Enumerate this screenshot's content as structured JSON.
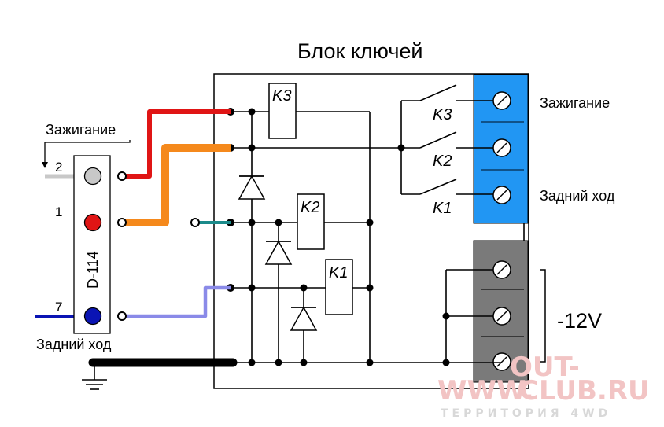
{
  "title": "Блок ключей",
  "left": {
    "ignition_label": "Зажигание",
    "reverse_label": "Задний ход",
    "module_label": "D-114",
    "pins": [
      "2",
      "1",
      "7"
    ]
  },
  "relays": [
    "K3",
    "K2",
    "K1"
  ],
  "terminals": {
    "ignition_label": "Зажигание",
    "reverse_label": "Задний ход",
    "voltage_label": "-12V"
  },
  "watermark": {
    "line1": "OUT-",
    "line2": "WWW.",
    "line3": "CLUB.RU",
    "tagline": "ТЕРРИТОРИЯ 4WD"
  },
  "colors": {
    "wire_red": "#e01515",
    "wire_orange": "#f5891c",
    "wire_teal": "#1b8a8a",
    "wire_lightblue": "#8a8ae8",
    "wire_darkblue": "#0a14b4",
    "wire_gray": "#c8c8c8",
    "terminal_blue": "#2196f3",
    "terminal_gray": "#7a7a7a"
  }
}
